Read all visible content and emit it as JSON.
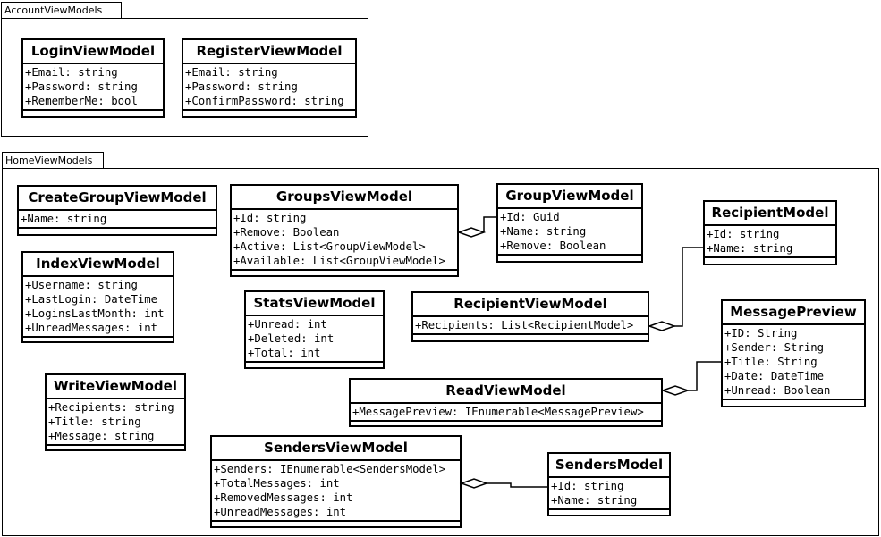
{
  "packages": {
    "account": {
      "label": "AccountViewModels"
    },
    "home": {
      "label": "HomeViewModels"
    }
  },
  "classes": {
    "login": {
      "name": "LoginViewModel",
      "attributes": [
        "+Email: string",
        "+Password: string",
        "+RememberMe: bool"
      ]
    },
    "register": {
      "name": "RegisterViewModel",
      "attributes": [
        "+Email: string",
        "+Password: string",
        "+ConfirmPassword: string"
      ]
    },
    "create_group": {
      "name": "CreateGroupViewModel",
      "attributes": [
        "+Name: string"
      ]
    },
    "index": {
      "name": "IndexViewModel",
      "attributes": [
        "+Username: string",
        "+LastLogin: DateTime",
        "+LoginsLastMonth: int",
        "+UnreadMessages: int"
      ]
    },
    "write": {
      "name": "WriteViewModel",
      "attributes": [
        "+Recipients: string",
        "+Title: string",
        "+Message: string"
      ]
    },
    "groups": {
      "name": "GroupsViewModel",
      "attributes": [
        "+Id: string",
        "+Remove: Boolean",
        "+Active: List<GroupViewModel>",
        "+Available: List<GroupViewModel>"
      ]
    },
    "group": {
      "name": "GroupViewModel",
      "attributes": [
        "+Id: Guid",
        "+Name: string",
        "+Remove: Boolean"
      ]
    },
    "stats": {
      "name": "StatsViewModel",
      "attributes": [
        "+Unread: int",
        "+Deleted: int",
        "+Total: int"
      ]
    },
    "recipient_vm": {
      "name": "RecipientViewModel",
      "attributes": [
        "+Recipients: List<RecipientModel>"
      ]
    },
    "recipient_model": {
      "name": "RecipientModel",
      "attributes": [
        "+Id: string",
        "+Name: string"
      ]
    },
    "message_preview": {
      "name": "MessagePreview",
      "attributes": [
        "+ID: String",
        "+Sender: String",
        "+Title: String",
        "+Date: DateTime",
        "+Unread: Boolean"
      ]
    },
    "read": {
      "name": "ReadViewModel",
      "attributes": [
        "+MessagePreview: IEnumerable<MessagePreview>"
      ]
    },
    "senders_vm": {
      "name": "SendersViewModel",
      "attributes": [
        "+Senders: IEnumerable<SendersModel>",
        "+TotalMessages: int",
        "+RemovedMessages: int",
        "+UnreadMessages: int"
      ]
    },
    "senders_model": {
      "name": "SendersModel",
      "attributes": [
        "+Id: string",
        "+Name: string"
      ]
    }
  },
  "relations": [
    {
      "type": "aggregation",
      "whole": "GroupsViewModel",
      "part": "GroupViewModel"
    },
    {
      "type": "aggregation",
      "whole": "RecipientViewModel",
      "part": "RecipientModel"
    },
    {
      "type": "aggregation",
      "whole": "ReadViewModel",
      "part": "MessagePreview"
    },
    {
      "type": "aggregation",
      "whole": "SendersViewModel",
      "part": "SendersModel"
    }
  ]
}
